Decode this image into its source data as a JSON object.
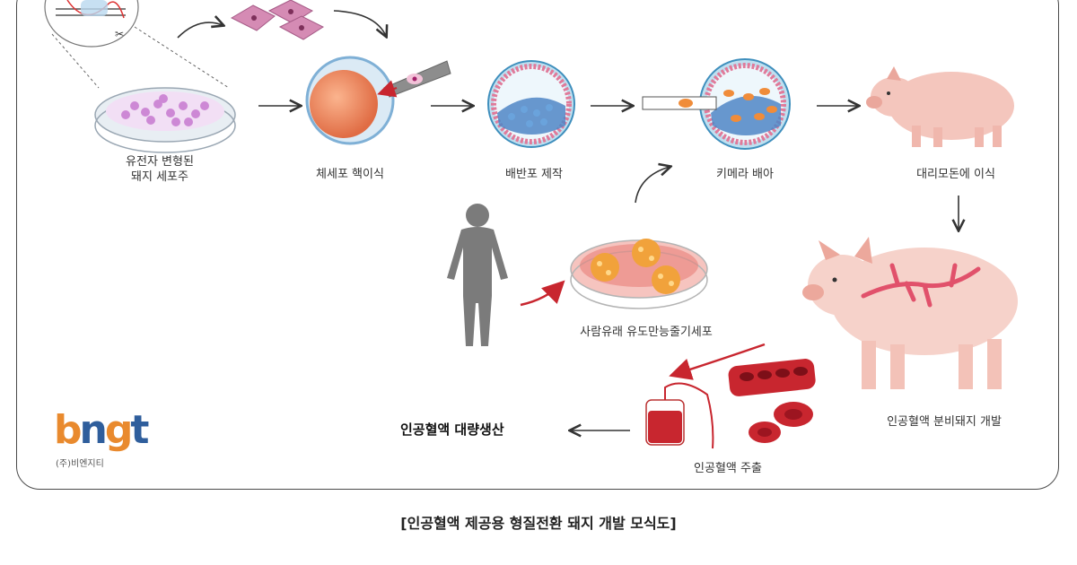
{
  "steps": {
    "cell_line": "유전자 변형된\n돼지 세포주",
    "nuclear_transfer": "체세포 핵이식",
    "blastocyst": "배반포 제작",
    "chimera": "키메라 배아",
    "surrogate": "대리모돈에 이식",
    "ipsc": "사람유래 유도만능줄기세포",
    "pig_dev": "인공혈액 분비돼지 개발",
    "extraction": "인공혈액 주출",
    "mass_production": "인공혈액 대량생산"
  },
  "logo": {
    "word": "bngt",
    "sub": "(주)비엔지티",
    "color_orange": "#e98a2e",
    "color_blue": "#2f5e9c"
  },
  "caption": "[인공혈액 제공용 형질전환 돼지 개발 모식도]",
  "colors": {
    "pig": "#f4c6bd",
    "blood": "#c8262f",
    "dish_cells": "#c77ad0",
    "egg": "#f08c5a"
  }
}
